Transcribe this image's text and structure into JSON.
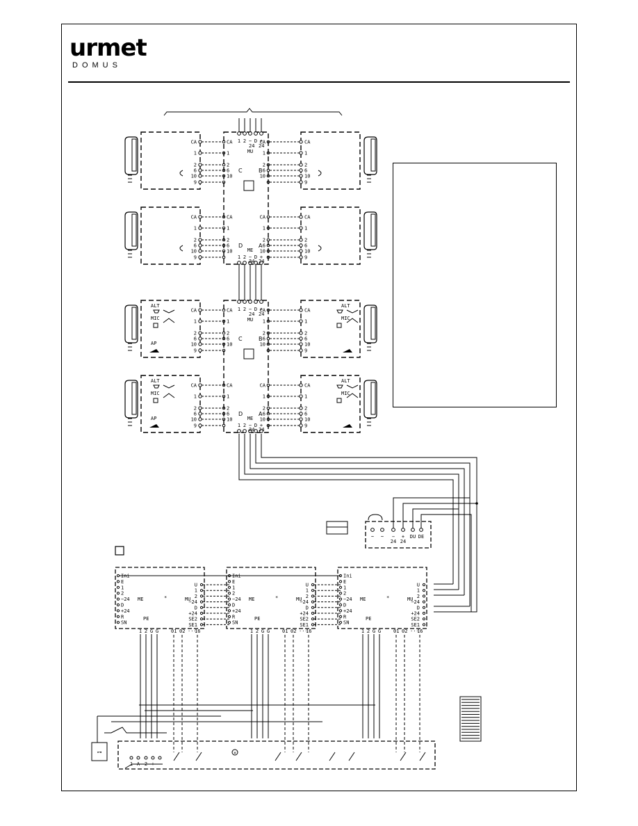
{
  "brand": {
    "name": "urmet",
    "sub": "DOMUS"
  },
  "colors": {
    "ink": "#000000",
    "paper": "#ffffff"
  },
  "terminals": {
    "handset": [
      "CA",
      "1",
      "2",
      "6",
      "10",
      "9",
      "C"
    ],
    "handset_short": [
      "CA",
      "1",
      "2",
      "6",
      "9",
      "C"
    ],
    "extra": [
      "ALT",
      "MIC",
      "AP"
    ],
    "mu": "MU",
    "me": "ME",
    "bus": [
      "1",
      "2",
      "−",
      "D",
      "+"
    ],
    "bus_sub": [
      "24",
      "24"
    ],
    "quad": [
      "A",
      "B",
      "C",
      "D"
    ]
  },
  "psu": {
    "labels": [
      "~",
      "~",
      "−",
      "+",
      "DU",
      "DE"
    ],
    "sub": [
      "24",
      "24"
    ]
  },
  "panel": {
    "left": [
      "Ini",
      "E",
      "1",
      "2",
      "−24",
      "D",
      "+24",
      "R",
      "SN"
    ],
    "right": [
      "U",
      "1",
      "2",
      "−24",
      "D",
      "+24",
      "SE2",
      "SE1"
    ],
    "pe": "PE",
    "pe_terms": [
      "1",
      "2",
      "G",
      "G"
    ],
    "buttons": [
      "01",
      "02",
      "16"
    ],
    "dots": "···",
    "me": "ME",
    "mu": "MU",
    "star": "*"
  },
  "keypad": {
    "terms": [
      "1",
      "A",
      "2",
      "+",
      "−"
    ]
  }
}
